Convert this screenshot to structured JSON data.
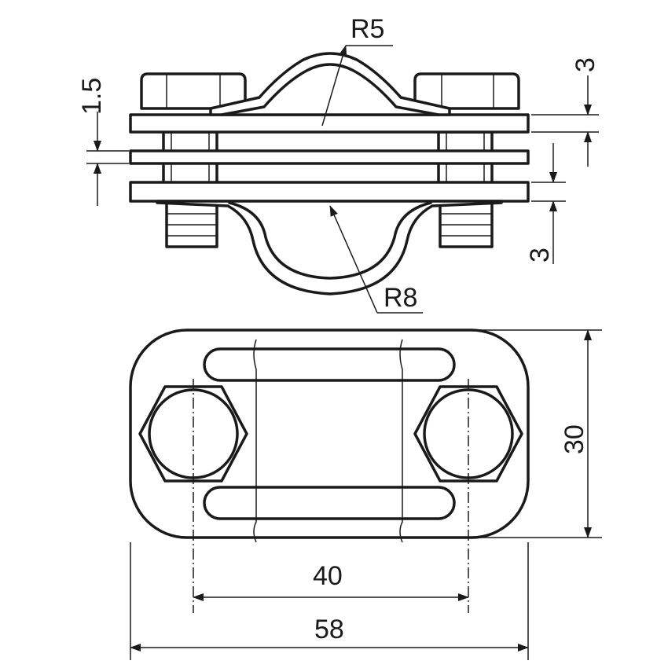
{
  "drawing": {
    "views": [
      "side-view",
      "top-view"
    ],
    "dimensions": {
      "radius_top": "R5",
      "radius_bottom": "R8",
      "plate_thickness_top": "3",
      "plate_thickness_bottom": "3",
      "middle_strip_thickness": "1.5",
      "height": "30",
      "bolt_spacing": "40",
      "overall_width": "58"
    }
  }
}
